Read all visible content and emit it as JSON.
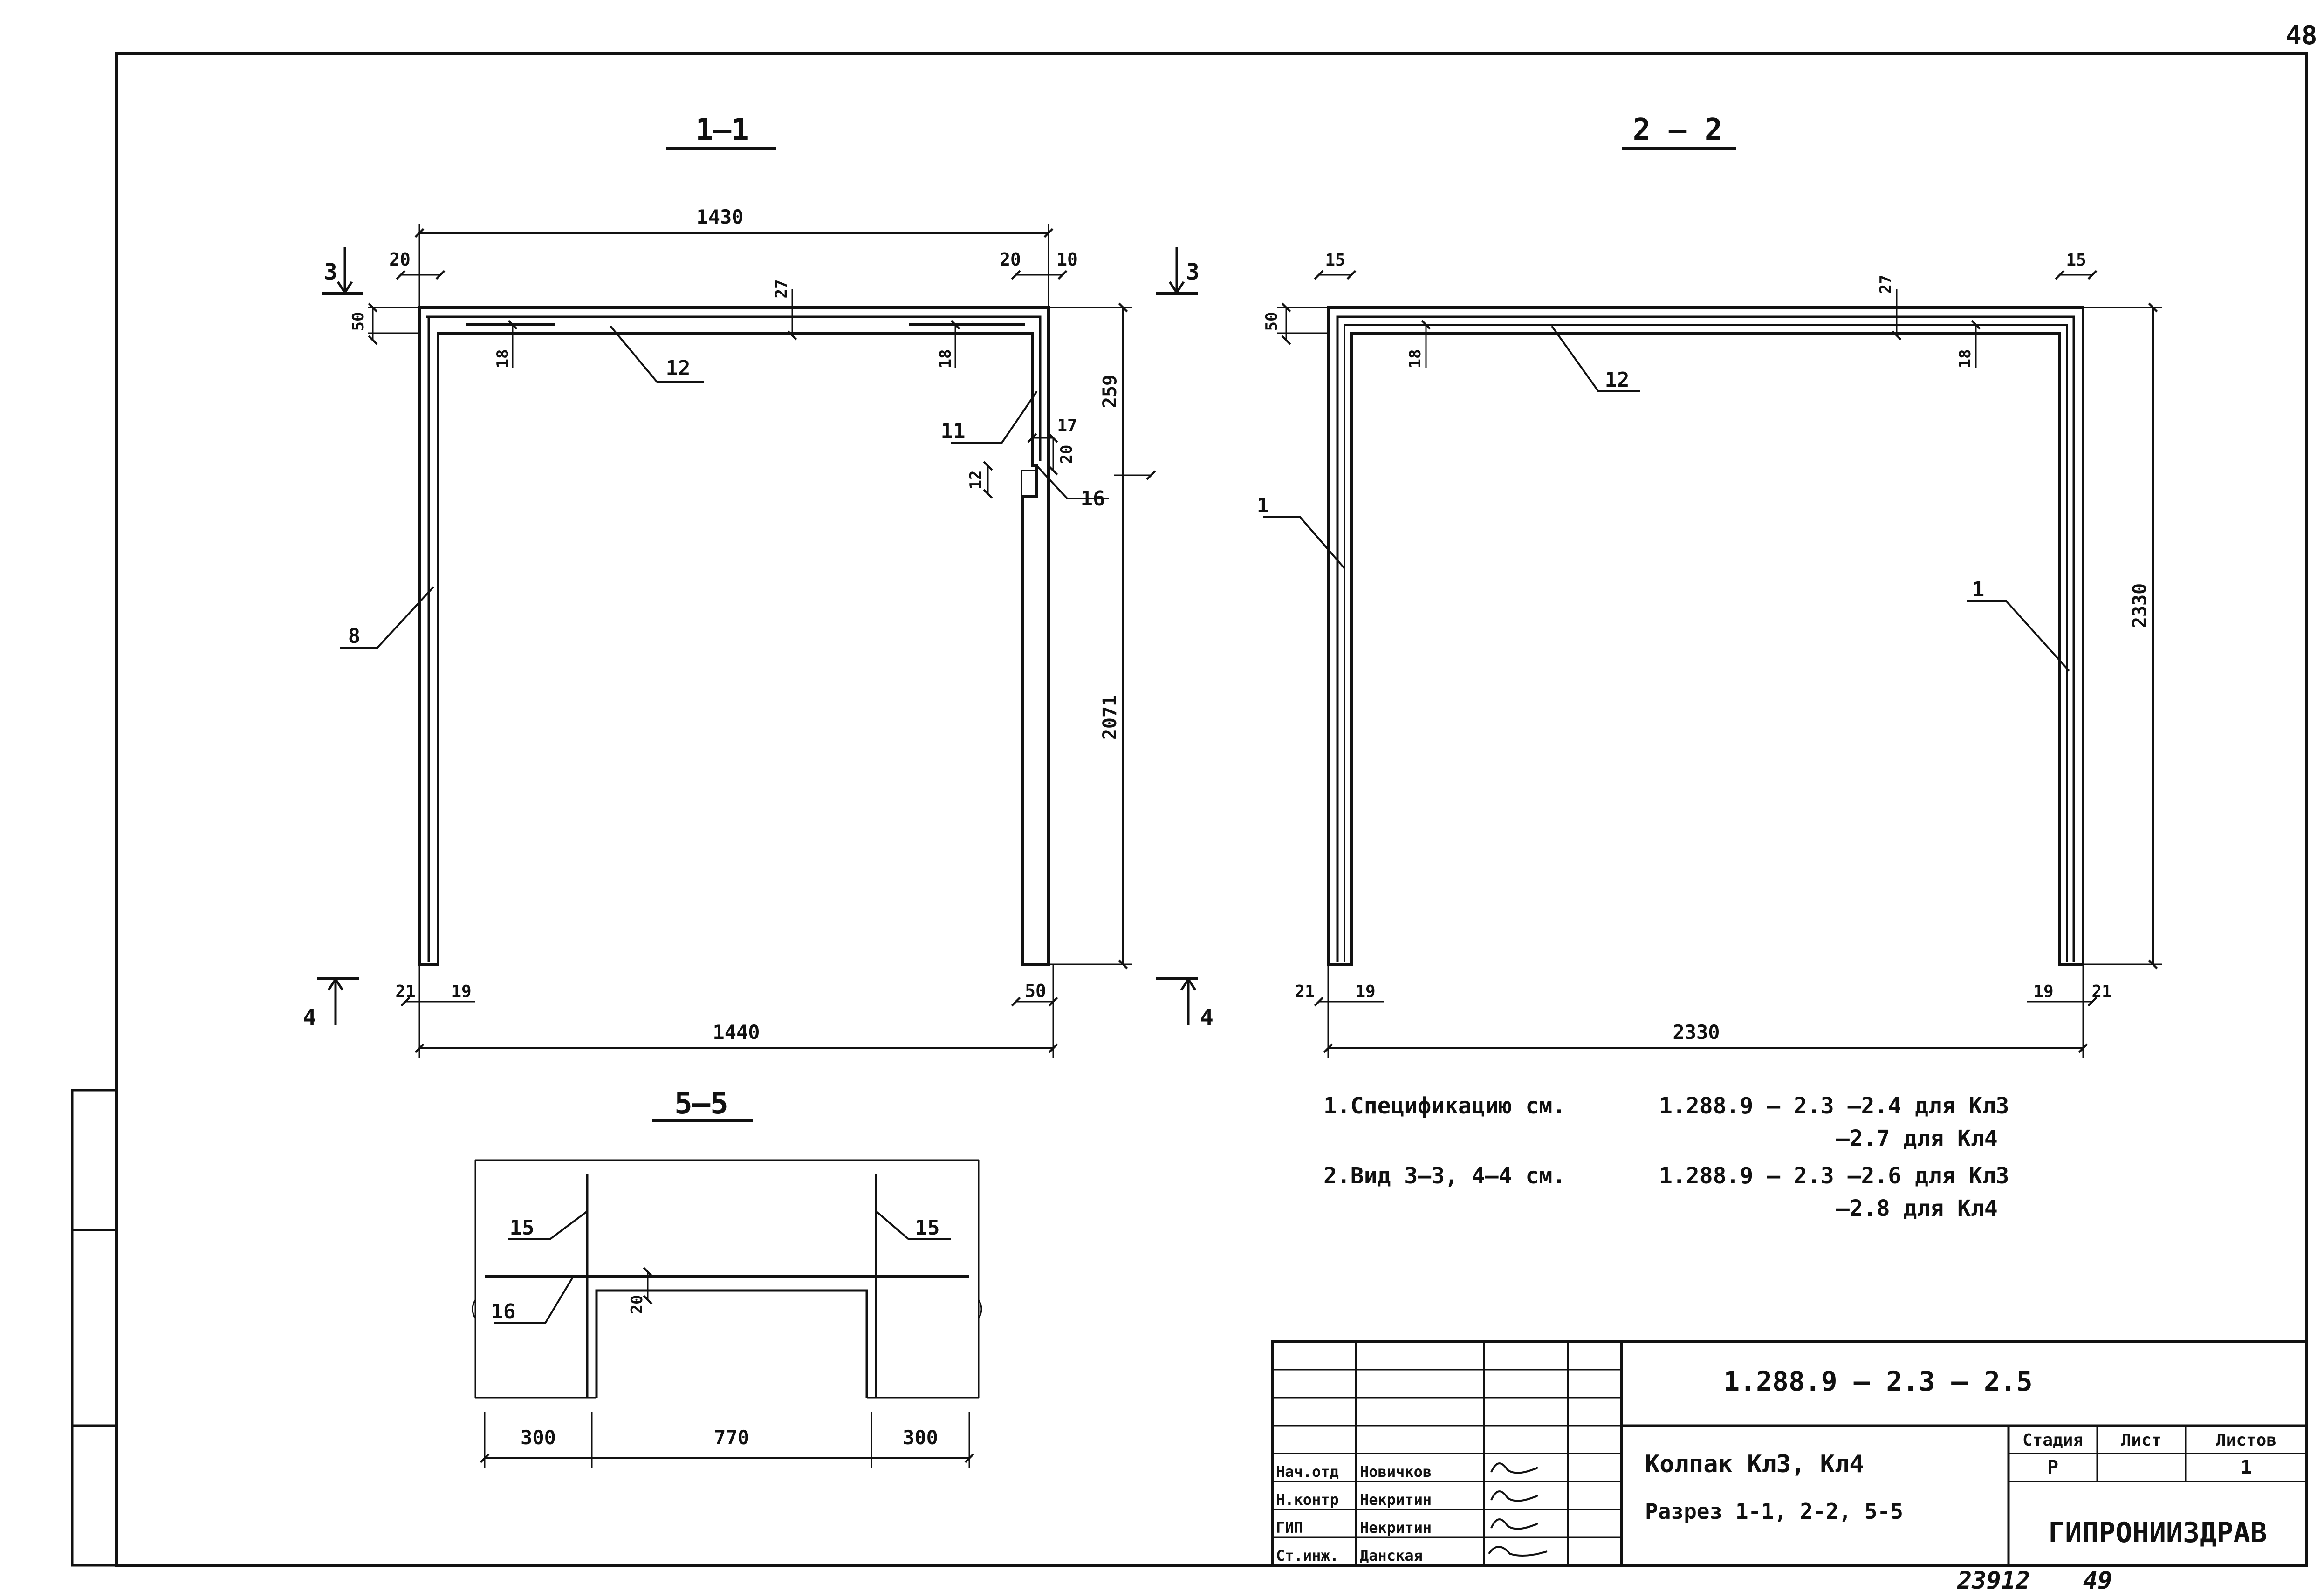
{
  "page": {
    "number": "48",
    "archive_number": "23912",
    "archive_sheet": "49"
  },
  "section_1_1": {
    "title": "1—1",
    "dims": {
      "top_width": "1430",
      "left_edge": "20",
      "right_edge_a": "20",
      "right_edge_b": "10",
      "top_thickness": "50",
      "top_bar": "27",
      "inner_left": "18",
      "inner_right": "18",
      "upper_height": "259",
      "step_a": "17",
      "step_b": "20",
      "step_c": "12",
      "lower_height": "2071",
      "bottom_left_a": "21",
      "bottom_left_b": "19",
      "bottom_right": "50",
      "bottom_width": "1440"
    },
    "callouts": {
      "top_rebar": "12",
      "step_rebar": "11",
      "step_item": "16",
      "left_wall": "8"
    },
    "markers": {
      "top_left": "3",
      "top_right": "3",
      "bottom_left": "4",
      "bottom_right": "4"
    }
  },
  "section_2_2": {
    "title": "2 — 2",
    "dims": {
      "left_cover": "15",
      "right_cover": "15",
      "top_thickness": "50",
      "top_bar": "27",
      "inner_left": "18",
      "inner_right": "18",
      "height": "2330",
      "bottom_left_a": "21",
      "bottom_left_b": "19",
      "bottom_right_a": "19",
      "bottom_right_b": "21",
      "bottom_width": "2330"
    },
    "callouts": {
      "top_rebar": "12",
      "left_wall": "1",
      "right_wall": "1"
    }
  },
  "section_5_5": {
    "title": "5—5",
    "dims": {
      "left": "300",
      "middle": "770",
      "right": "300",
      "opening": "20"
    },
    "callouts": {
      "left_bar": "15",
      "right_bar": "15",
      "bottom_item": "16"
    }
  },
  "notes": [
    {
      "label": "1.Спецификацию см.",
      "ref": "1.288.9 – 2.3 –2.4 для Кл3",
      "ref2": "–2.7 для Кл4"
    },
    {
      "label": "2.Вид  3–3,  4–4  см.",
      "ref": "1.288.9 – 2.3 –2.6 для Кл3",
      "ref2": "–2.8 для Кл4"
    }
  ],
  "title_block": {
    "document_code": "1.288.9 – 2.3 – 2.5",
    "title_line1": "Колпак Кл3, Кл4",
    "title_line2": "Разрез 1-1, 2-2, 5-5",
    "stage_header": "Стадия",
    "sheet_header": "Лист",
    "sheets_header": "Листов",
    "stage_value": "Р",
    "sheet_value": "",
    "sheets_value": "1",
    "organization": "ГИПРОНИИЗДРАВ",
    "signatures": [
      {
        "role": "Нач.отд",
        "name": "Новичков"
      },
      {
        "role": "Н.контр",
        "name": "Некритин"
      },
      {
        "role": "ГИП",
        "name": "Некритин"
      },
      {
        "role": "Ст.инж.",
        "name": "Данская"
      }
    ]
  }
}
